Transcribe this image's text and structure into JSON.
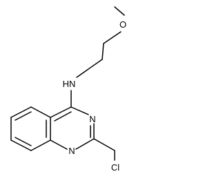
{
  "molecule": {
    "atoms": {
      "oxygen": "O",
      "amine": "HN",
      "ring_nitrogen_upper": "N",
      "ring_nitrogen_lower": "N",
      "chlorine": "Cl"
    }
  }
}
